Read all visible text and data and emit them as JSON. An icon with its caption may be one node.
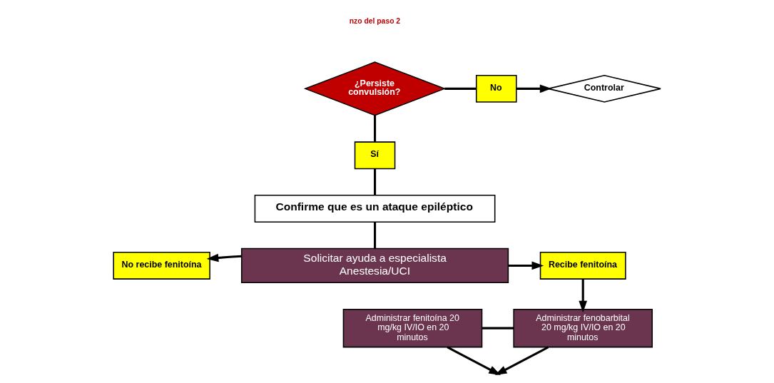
{
  "diagram": {
    "nodes": [
      {
        "text": [
          "¿Persiste convulsión?"
        ]
      },
      {
        "text": [
          "No"
        ]
      },
      {
        "text": [
          "Controlar"
        ]
      },
      {
        "text": [
          "Sí"
        ]
      },
      {
        "text": [
          "Confirme que es un ataque epiléptico"
        ]
      },
      {
        "text": [
          "Solicitar ayuda a especialista Anestesia/UCI"
        ]
      },
      {
        "text": [
          "No recibe fenitoína"
        ]
      },
      {
        "text": [
          "Recibe fenitoína"
        ]
      },
      {
        "text": [
          "Administrar fenitoína 20 mg/kg IV/IO en 20 minutos"
        ]
      },
      {
        "text": [
          "Administrar fenobarbital 20 mg/kg IV/IO en 20 minutos"
        ]
      }
    ],
    "edges": [
      {
        "from": 0,
        "to": 1,
        "arrow": "none"
      },
      {
        "from": 1,
        "to": 2,
        "arrow": "to"
      },
      {
        "from": 0,
        "to": 3,
        "arrow": "none"
      },
      {
        "from": 3,
        "to": 4,
        "arrow": "none"
      },
      {
        "from": 4,
        "to": 5,
        "arrow": "none"
      },
      {
        "from": 5,
        "to": 6,
        "arrow": "to"
      },
      {
        "from": 5,
        "to": 7,
        "arrow": "to"
      },
      {
        "from": 7,
        "to": 9,
        "arrow": "to"
      },
      {
        "from": 8,
        "to": 9,
        "arrow": "none"
      },
      {
        "from": 8,
        "to": null,
        "arrow": "to"
      },
      {
        "from": 9,
        "to": null,
        "arrow": "to"
      }
    ],
    "labels": [
      "nzo del paso 2"
    ]
  }
}
